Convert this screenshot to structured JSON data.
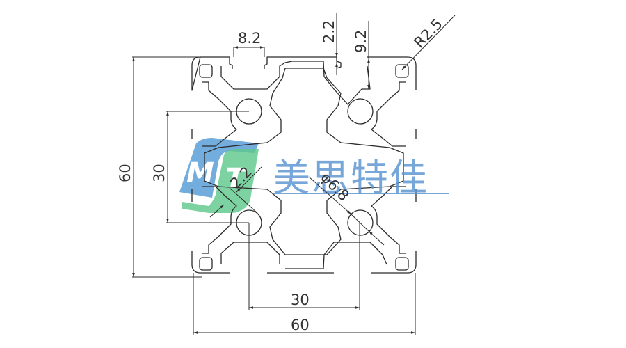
{
  "drawing": {
    "title": "60x60 aluminum extrusion profile cross-section",
    "dimensions": {
      "slot_width": "8.2",
      "slot_lip_thickness": "2.2",
      "slot_depth": "9.2",
      "corner_radius": "R2.5",
      "overall_height": "60",
      "hole_spacing_vertical": "30",
      "hole_spacing_horizontal": "30",
      "overall_width": "60",
      "wall_thickness": "2.2",
      "center_hole_diameter": "φ6.8"
    },
    "colors": {
      "line": "#2b2b2b",
      "logo_blue": "#5a9fd8",
      "logo_green": "#5cc78a",
      "brand_text": "#5f97d2"
    }
  },
  "watermark": {
    "logo_letters": [
      "M",
      "T"
    ],
    "brand_name": "美思特佳"
  }
}
